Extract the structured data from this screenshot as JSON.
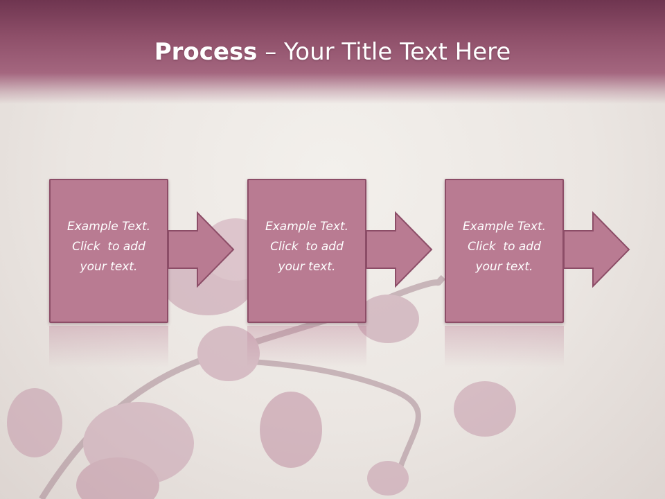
{
  "slide": {
    "title_bold": "Process",
    "title_rest": " – Your Title Text Here"
  },
  "steps": [
    {
      "line1": "Example Text.",
      "line2": "Click  to add",
      "line3": "your text."
    },
    {
      "line1": "Example Text.",
      "line2": "Click  to add",
      "line3": "your text."
    },
    {
      "line1": "Example Text.",
      "line2": "Click  to add",
      "line3": "your text."
    }
  ],
  "colors": {
    "header": "#8e4f69",
    "box_fill": "#b97b92",
    "box_border": "#8c4d67",
    "background": "#ebe6e2"
  }
}
